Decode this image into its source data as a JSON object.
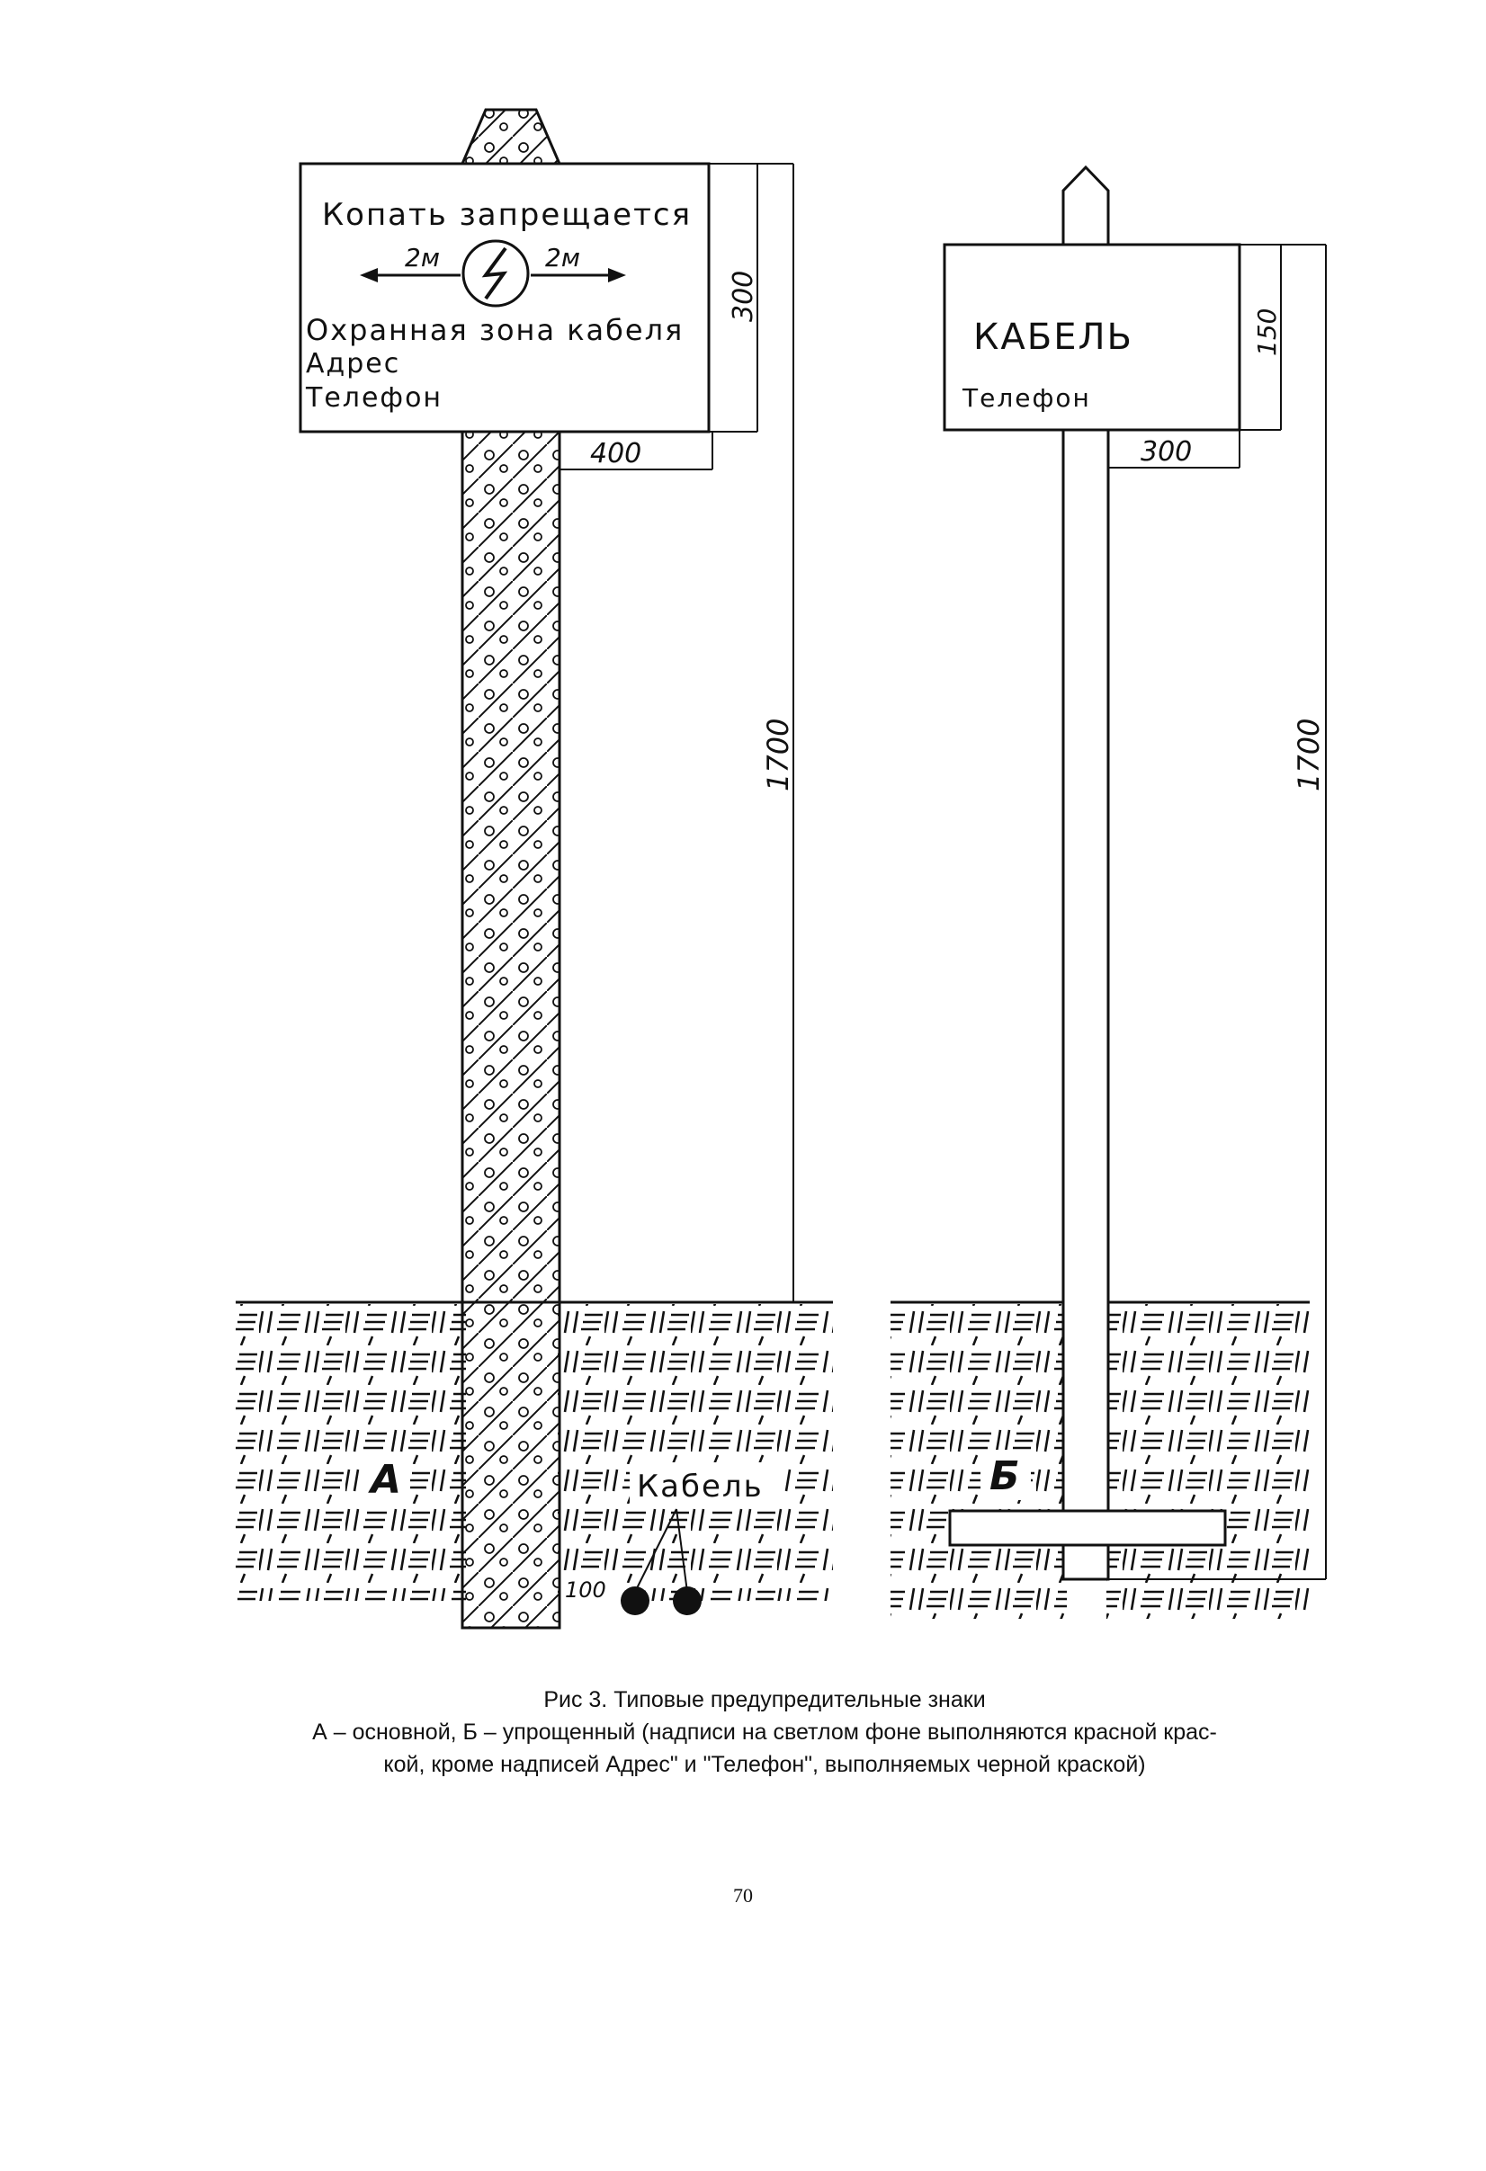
{
  "sign_a": {
    "line1": "Копать запрещается",
    "arrow_left": "2м",
    "arrow_right": "2м",
    "line2": "Охранная зона кабеля",
    "line3": "Адрес",
    "line4": "Телефон",
    "dim_height": "300",
    "dim_width": "400",
    "dim_total": "1700",
    "label": "А",
    "cable_label": "Кабель",
    "cable_depth": "100"
  },
  "sign_b": {
    "line1": "КАБЕЛЬ",
    "line2": "Телефон",
    "dim_height": "150",
    "dim_width": "300",
    "dim_total": "1700",
    "label": "Б"
  },
  "caption": {
    "title": "Рис 3. Типовые предупредительные знаки",
    "line2": "А – основной, Б – упрощенный (надписи на светлом фоне выполняются красной крас-",
    "line3": "кой, кроме надписей Адрес\" и \"Телефон\", выполняемых черной краской)"
  },
  "page_number": "70",
  "colors": {
    "ink": "#111111",
    "paper": "#ffffff"
  }
}
